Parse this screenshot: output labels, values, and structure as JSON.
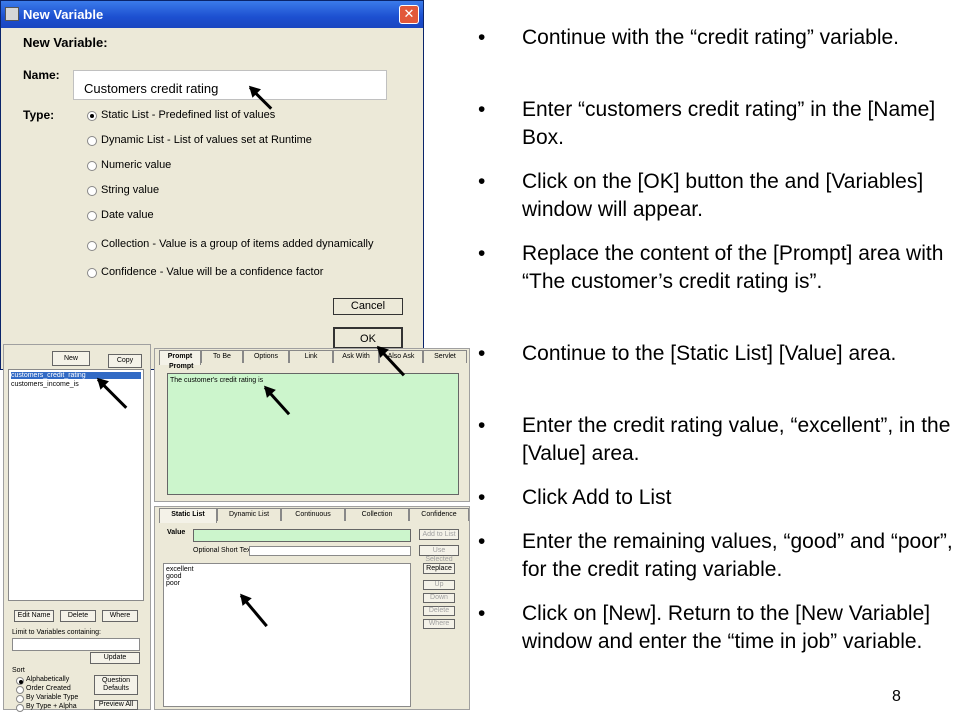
{
  "dialog": {
    "title": "New Variable",
    "heading": "New Variable:",
    "name_label": "Name:",
    "name_value": "Customers credit rating",
    "type_label": "Type:",
    "types": [
      {
        "label": "Static List - Predefined list of values",
        "selected": true
      },
      {
        "label": "Dynamic List - List of values set at Runtime",
        "selected": false
      },
      {
        "label": "Numeric value",
        "selected": false
      },
      {
        "label": "String value",
        "selected": false
      },
      {
        "label": "Date value",
        "selected": false
      },
      {
        "label": "Collection - Value is a group of items added dynamically",
        "selected": false
      },
      {
        "label": "Confidence - Value will be a confidence factor",
        "selected": false
      }
    ],
    "cancel_label": "Cancel",
    "ok_label": "OK"
  },
  "variables_window": {
    "new_label": "New",
    "copy_label": "Copy",
    "variables": [
      "customers_credit_rating",
      "customers_income_is"
    ],
    "edit_name_label": "Edit Name",
    "delete_label": "Delete",
    "where_label": "Where",
    "limit_label": "Limit to Variables containing:",
    "update_label": "Update",
    "sort_label": "Sort",
    "sort_options": [
      {
        "label": "Alphabetically",
        "selected": true
      },
      {
        "label": "Order Created",
        "selected": false
      },
      {
        "label": "By Variable Type",
        "selected": false
      },
      {
        "label": "By Type + Alpha",
        "selected": false
      }
    ],
    "question_defaults_label": "Question Defaults",
    "preview_all_label": "Preview All",
    "top_tabs": [
      "Prompt",
      "To Be",
      "Options",
      "Link",
      "Ask With",
      "Also Ask",
      "Servlet"
    ],
    "prompt_label": "Prompt",
    "prompt_value": "The customer's credit rating is",
    "bottom_tabs": [
      "Static List",
      "Dynamic List",
      "Continuous",
      "Collection",
      "Confidence"
    ],
    "value_label": "Value",
    "short_text_label": "Optional Short Text:",
    "add_to_list_label": "Add to List",
    "use_selected_label": "Use Selected",
    "replace_label": "Replace",
    "up_label": "Up",
    "down_label": "Down",
    "delete2_label": "Delete",
    "where2_label": "Where",
    "values": [
      "excellent",
      "good",
      "poor"
    ]
  },
  "bullets": [
    "Continue with the “credit rating” variable.",
    "Enter “customers credit rating” in the [Name] Box.",
    "Click on the [OK] button the and [Variables] window will appear.",
    "Replace the content of the [Prompt] area with “The customer’s credit rating is”.",
    "Continue to the [Static List] [Value] area.",
    "Enter the credit rating value, “excellent”, in the [Value] area.",
    "Click Add to List",
    "Enter the remaining values, “good” and “poor”, for the credit rating variable.",
    "Click on [New].  Return to the [New Variable] window and  enter the “time in job” variable."
  ],
  "bullet_char": "•",
  "page_number": "8"
}
